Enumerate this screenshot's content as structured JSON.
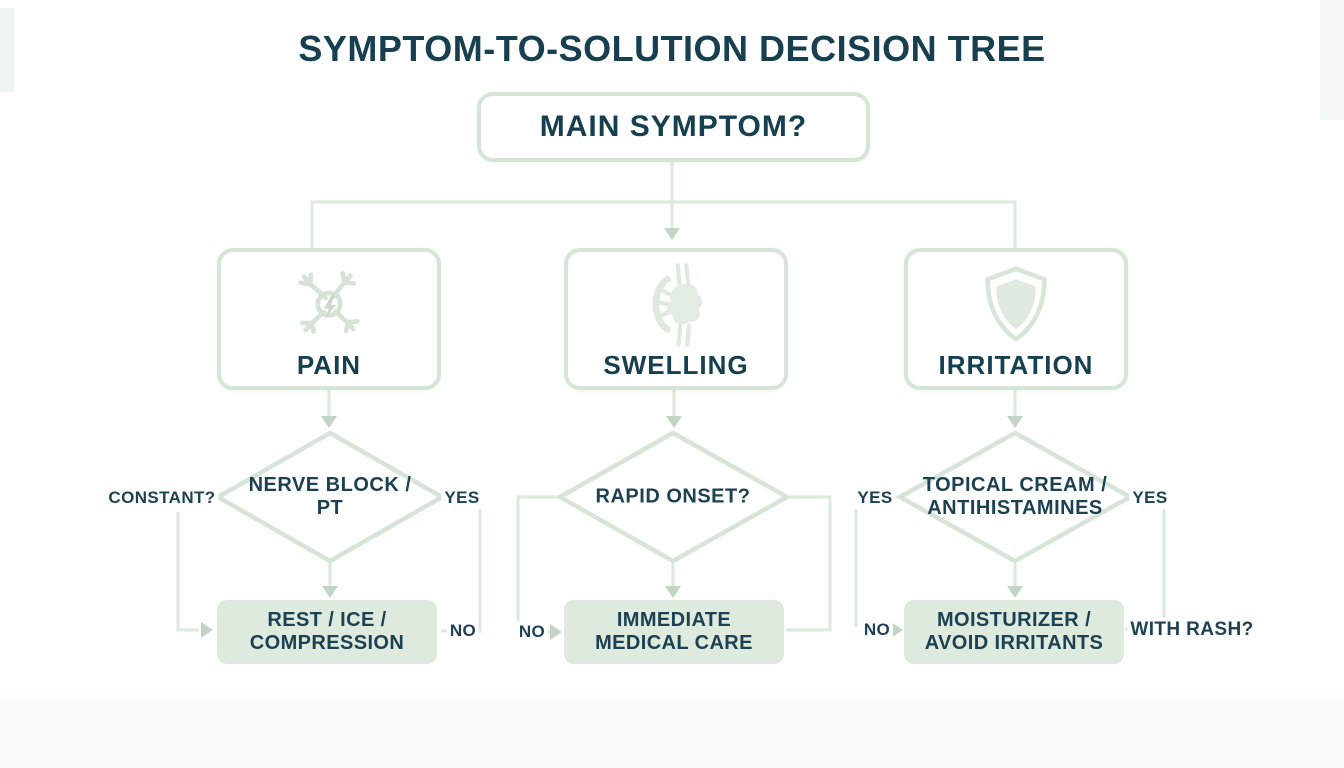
{
  "title": "SYMPTOM-TO-SOLUTION DECISION TREE",
  "root": {
    "label": "MAIN SYMPTOM?"
  },
  "colors": {
    "background": "#fdfefd",
    "node_border_green": "#d6e5d8",
    "connector_green": "#dce9dd",
    "arrowhead_green": "#c3d4c6",
    "solution_fill_green": "#deeade",
    "icon_green": "#d9e7da",
    "ink_navy": "#173f4f"
  },
  "branches": [
    {
      "symptom": "PAIN",
      "icon": "nerve-pain-icon",
      "decision": "NERVE BLOCK / PT",
      "labels": {
        "left": "CONSTANT?",
        "right": "YES",
        "bottom_right": "NO"
      },
      "solution": "REST / ICE / COMPRESSION"
    },
    {
      "symptom": "SWELLING",
      "icon": "swollen-joint-icon",
      "decision": "RAPID ONSET?",
      "labels": {
        "bottom_left": "NO"
      },
      "solution": "IMMEDIATE MEDICAL CARE"
    },
    {
      "symptom": "IRRITATION",
      "icon": "shield-icon",
      "decision": "TOPICAL CREAM / ANTIHISTAMINES",
      "labels": {
        "left": "YES",
        "bottom_left": "NO",
        "right": "YES",
        "bottom_right": "WITH RASH?"
      },
      "solution": "MOISTURIZER / AVOID IRRITANTS"
    }
  ]
}
